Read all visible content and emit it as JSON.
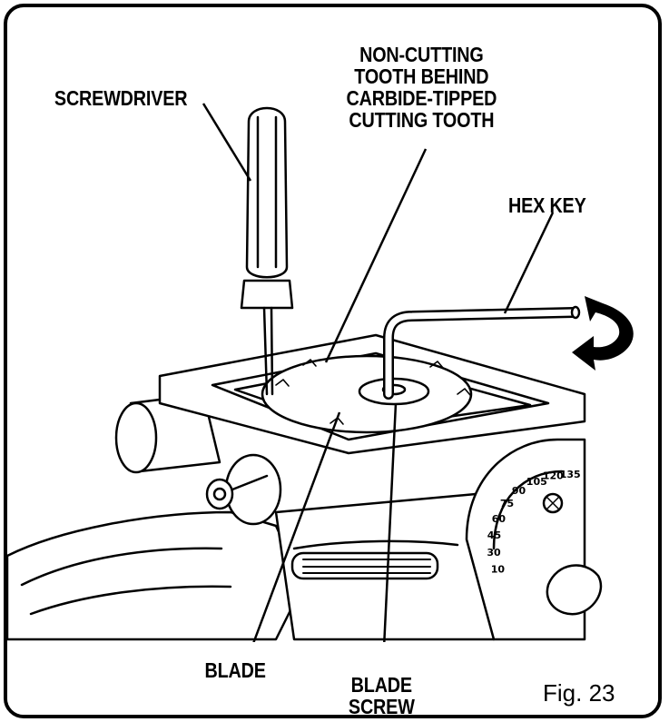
{
  "labels": {
    "screwdriver": "SCREWDRIVER",
    "tooth_line1": "NON-CUTTING",
    "tooth_line2": "TOOTH BEHIND",
    "tooth_line3": "CARBIDE-TIPPED",
    "tooth_line4": "CUTTING TOOTH",
    "hex_key": "HEX KEY",
    "blade": "BLADE",
    "blade_screw_line1": "BLADE",
    "blade_screw_line2": "SCREW"
  },
  "figure_number": "Fig. 23",
  "scale_ticks": [
    "10",
    "30",
    "45",
    "60",
    "75",
    "90",
    "105",
    "120",
    "135"
  ]
}
